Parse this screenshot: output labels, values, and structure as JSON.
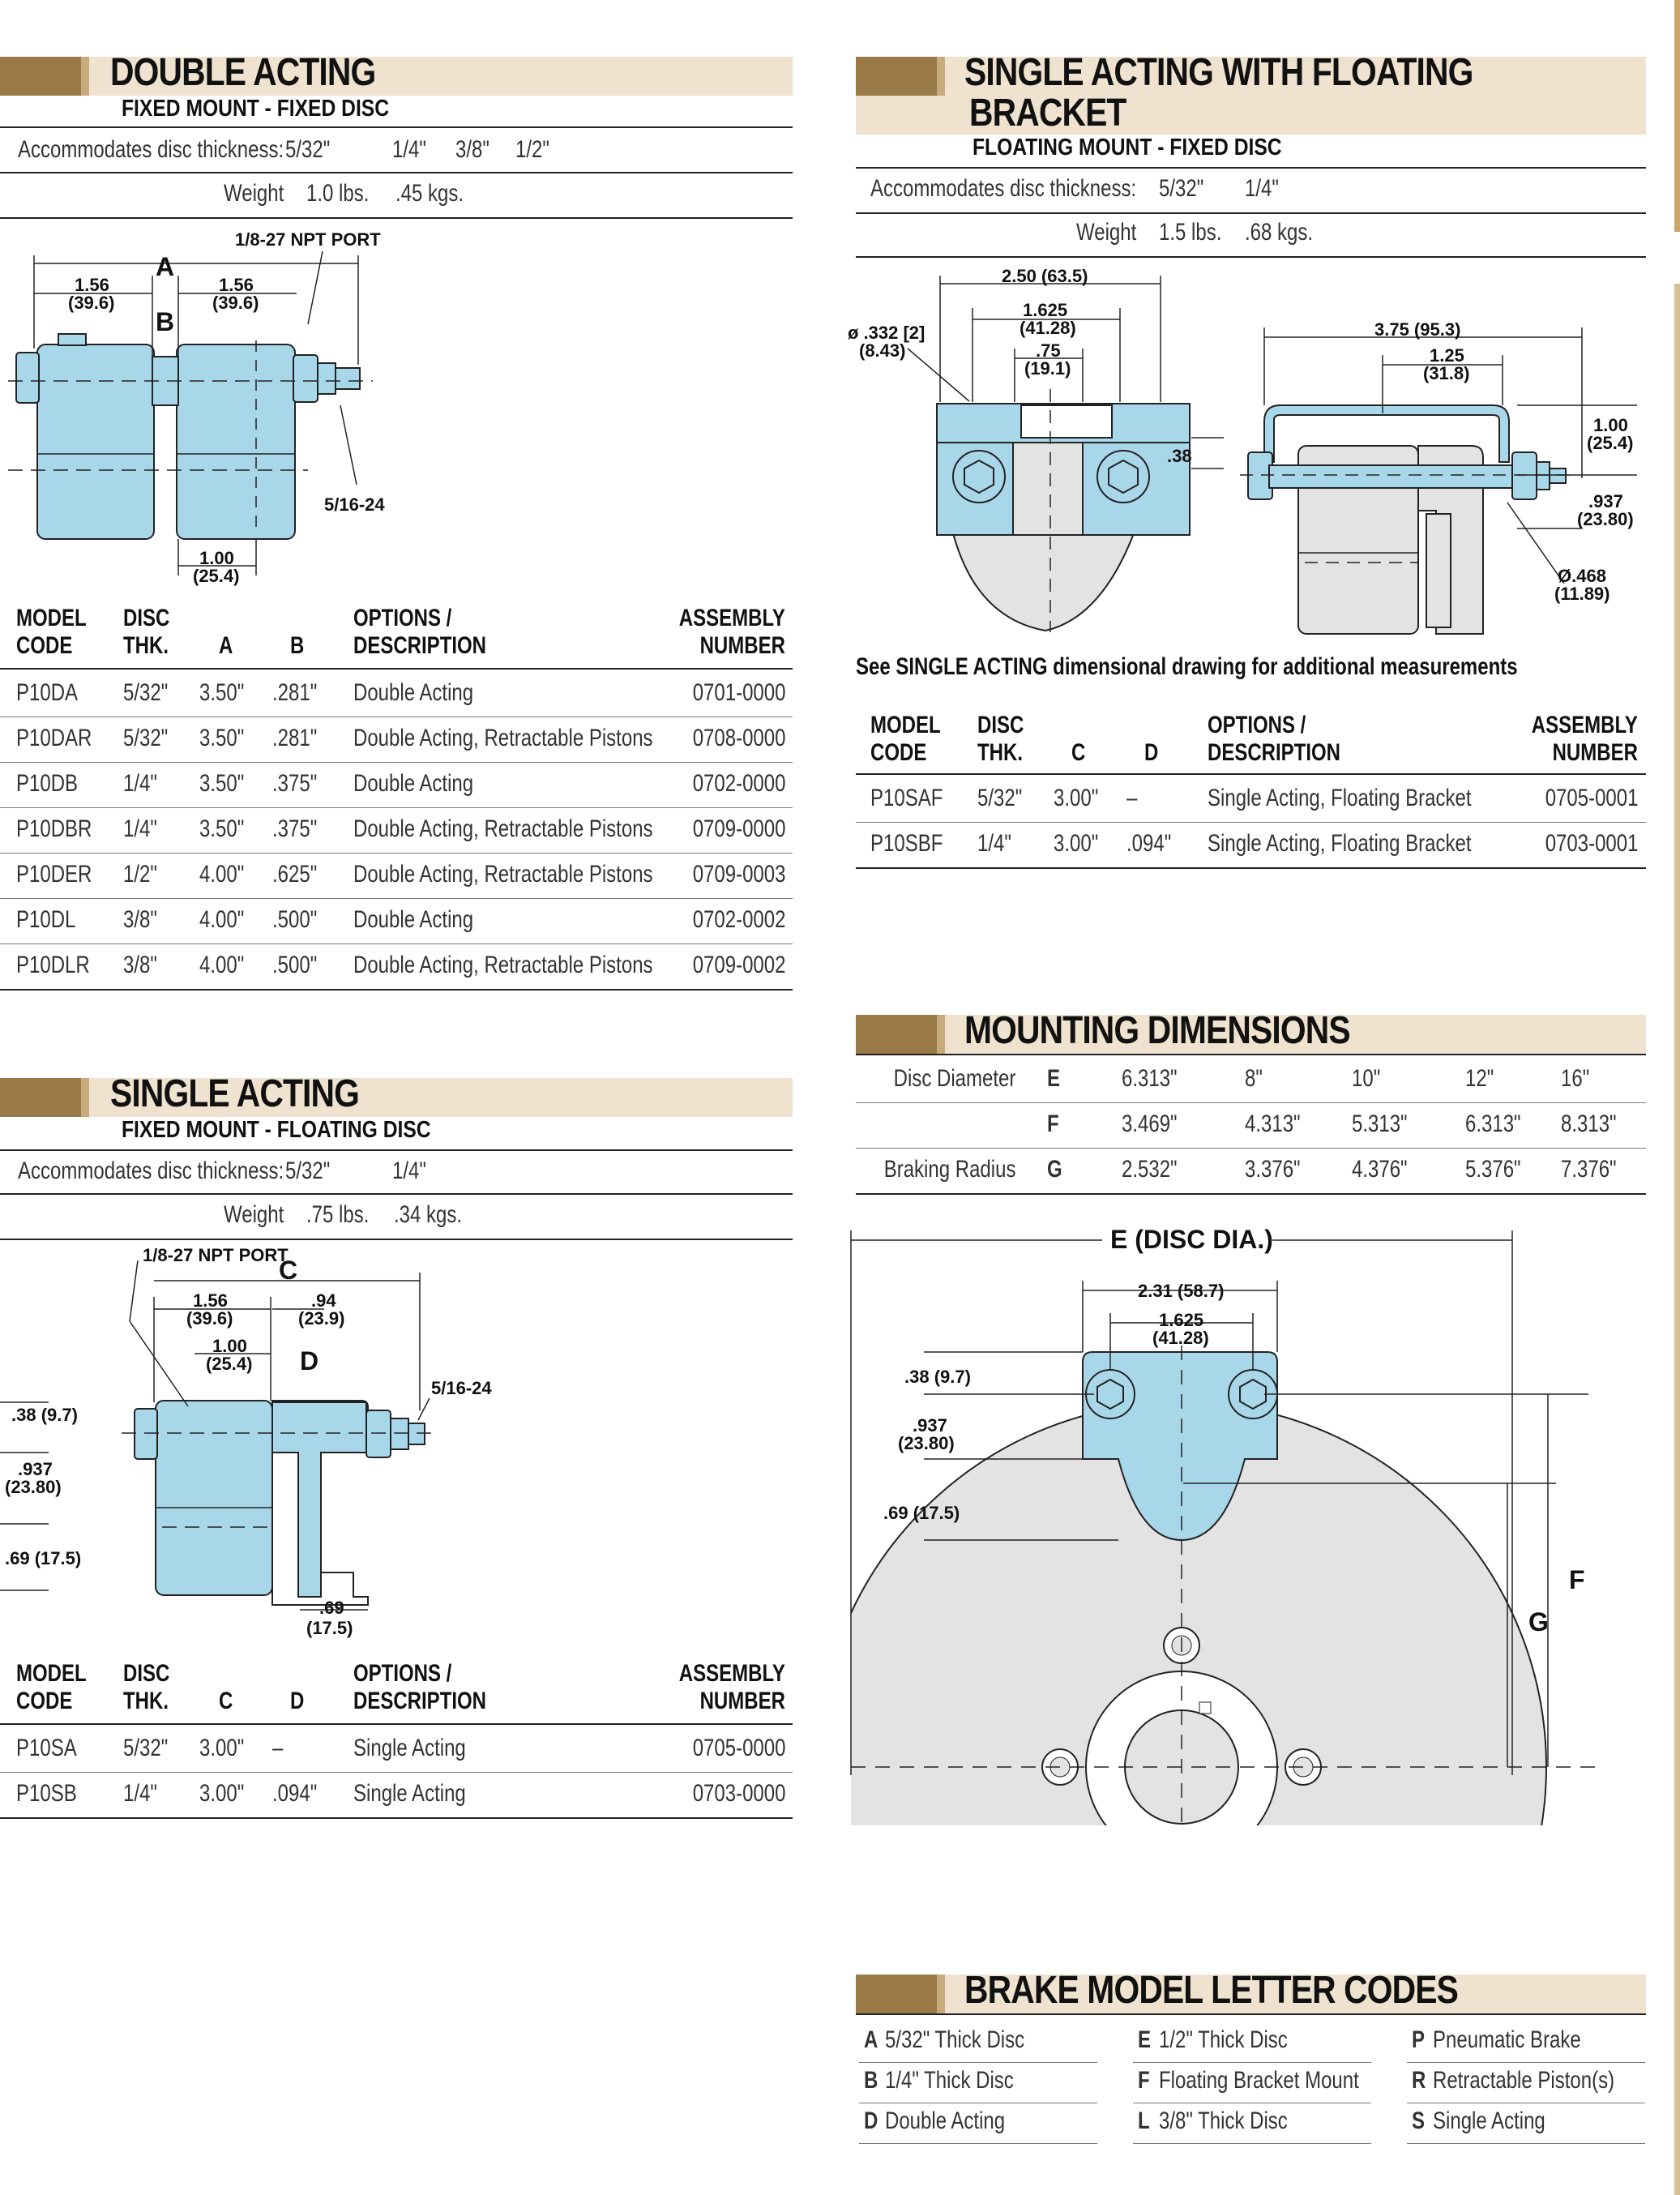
{
  "double_acting": {
    "title": "DOUBLE ACTING",
    "subtitle": "FIXED MOUNT - FIXED DISC",
    "thickness_label": "Accommodates disc thickness:",
    "thickness": [
      "5/32\"",
      "1/4\"",
      "3/8\"",
      "1/2\""
    ],
    "weight_label": "Weight",
    "weight_lbs": "1.0 lbs.",
    "weight_kgs": ".45 kgs.",
    "drawing": {
      "port": "1/8-27 NPT PORT",
      "a": "A",
      "b": "B",
      "d1": "1.56",
      "d1mm": "(39.6)",
      "d2": "1.56",
      "d2mm": "(39.6)",
      "thread": "5/16-24",
      "gap": "1.00",
      "gapmm": "(25.4)"
    },
    "headers": {
      "model": "MODEL\nCODE",
      "disc": "DISC\nTHK.",
      "a": "A",
      "b": "B",
      "options": "OPTIONS /\nDESCRIPTION",
      "assembly": "ASSEMBLY\nNUMBER"
    },
    "rows": [
      {
        "model": "P10DA",
        "disc": "5/32\"",
        "a": "3.50\"",
        "b": ".281\"",
        "desc": "Double Acting",
        "asm": "0701-0000"
      },
      {
        "model": "P10DAR",
        "disc": "5/32\"",
        "a": "3.50\"",
        "b": ".281\"",
        "desc": "Double Acting, Retractable Pistons",
        "asm": "0708-0000"
      },
      {
        "model": "P10DB",
        "disc": "1/4\"",
        "a": "3.50\"",
        "b": ".375\"",
        "desc": "Double Acting",
        "asm": "0702-0000"
      },
      {
        "model": "P10DBR",
        "disc": "1/4\"",
        "a": "3.50\"",
        "b": ".375\"",
        "desc": "Double Acting, Retractable Pistons",
        "asm": "0709-0000"
      },
      {
        "model": "P10DER",
        "disc": "1/2\"",
        "a": "4.00\"",
        "b": ".625\"",
        "desc": "Double Acting, Retractable Pistons",
        "asm": "0709-0003"
      },
      {
        "model": "P10DL",
        "disc": "3/8\"",
        "a": "4.00\"",
        "b": ".500\"",
        "desc": "Double Acting",
        "asm": "0702-0002"
      },
      {
        "model": "P10DLR",
        "disc": "3/8\"",
        "a": "4.00\"",
        "b": ".500\"",
        "desc": "Double Acting, Retractable Pistons",
        "asm": "0709-0002"
      }
    ]
  },
  "single_acting": {
    "title": "SINGLE ACTING",
    "subtitle": "FIXED MOUNT - FLOATING DISC",
    "thickness_label": "Accommodates disc thickness:",
    "thickness": [
      "5/32\"",
      "1/4\""
    ],
    "weight_label": "Weight",
    "weight_lbs": ".75 lbs.",
    "weight_kgs": ".34 kgs.",
    "drawing": {
      "port": "1/8-27 NPT PORT",
      "c": "C",
      "d": "D",
      "d1": "1.56",
      "d1mm": "(39.6)",
      "d2": ".94",
      "d2mm": "(23.9)",
      "d3": "1.00",
      "d3mm": "(25.4)",
      "thread": "5/16-24",
      "v1": ".38 (9.7)",
      "v2": ".937",
      "v2mm": "(23.80)",
      "v3": ".69 (17.5)",
      "b1": ".69",
      "b1mm": "(17.5)"
    },
    "headers": {
      "model": "MODEL\nCODE",
      "disc": "DISC\nTHK.",
      "c": "C",
      "d": "D",
      "options": "OPTIONS /\nDESCRIPTION",
      "assembly": "ASSEMBLY\nNUMBER"
    },
    "rows": [
      {
        "model": "P10SA",
        "disc": "5/32\"",
        "c": "3.00\"",
        "d": "–",
        "desc": "Single Acting",
        "asm": "0705-0000"
      },
      {
        "model": "P10SB",
        "disc": "1/4\"",
        "c": "3.00\"",
        "d": ".094\"",
        "desc": "Single Acting",
        "asm": "0703-0000"
      }
    ]
  },
  "floating": {
    "title1": "SINGLE ACTING WITH FLOATING",
    "title2": "BRACKET",
    "subtitle": "FLOATING MOUNT - FIXED DISC",
    "thickness_label": "Accommodates disc thickness:",
    "thickness": [
      "5/32\"",
      "1/4\""
    ],
    "weight_label": "Weight",
    "weight_lbs": "1.5 lbs.",
    "weight_kgs": ".68 kgs.",
    "drawing": {
      "w1": "2.50 (63.5)",
      "w2": "1.625",
      "w2mm": "(41.28)",
      "w3": ".75",
      "w3mm": "(19.1)",
      "dia": "ø .332 [2]",
      "diamm": "(8.43)",
      "h1": ".38",
      "s1": "3.75 (95.3)",
      "s2": "1.25",
      "s2mm": "(31.8)",
      "s3": "1.00",
      "s3mm": "(25.4)",
      "s4": ".937",
      "s4mm": "(23.80)",
      "s5": "Ø.468",
      "s5mm": "(11.89)"
    },
    "note": "See SINGLE ACTING dimensional drawing for additional measurements",
    "headers": {
      "model": "MODEL\nCODE",
      "disc": "DISC\nTHK.",
      "c": "C",
      "d": "D",
      "options": "OPTIONS /\nDESCRIPTION",
      "assembly": "ASSEMBLY\nNUMBER"
    },
    "rows": [
      {
        "model": "P10SAF",
        "disc": "5/32\"",
        "c": "3.00\"",
        "d": "–",
        "desc": "Single Acting, Floating Bracket",
        "asm": "0705-0001"
      },
      {
        "model": "P10SBF",
        "disc": "1/4\"",
        "c": "3.00\"",
        "d": ".094\"",
        "desc": "Single Acting, Floating Bracket",
        "asm": "0703-0001"
      }
    ]
  },
  "mounting": {
    "title": "MOUNTING DIMENSIONS",
    "rows": [
      {
        "label": "Disc Diameter",
        "key": "E",
        "values": [
          "6.313\"",
          "8\"",
          "10\"",
          "12\"",
          "16\""
        ]
      },
      {
        "label": "",
        "key": "F",
        "values": [
          "3.469\"",
          "4.313\"",
          "5.313\"",
          "6.313\"",
          "8.313\""
        ]
      },
      {
        "label": "Braking Radius",
        "key": "G",
        "values": [
          "2.532\"",
          "3.376\"",
          "4.376\"",
          "5.376\"",
          "7.376\""
        ]
      }
    ],
    "drawing": {
      "e": "E (DISC DIA.)",
      "w1": "2.31 (58.7)",
      "w2": "1.625",
      "w2mm": "(41.28)",
      "v1": ".38 (9.7)",
      "v2": ".937",
      "v2mm": "(23.80)",
      "v3": ".69 (17.5)",
      "f": "F",
      "g": "G"
    }
  },
  "codes": {
    "title": "BRAKE MODEL LETTER CODES",
    "columns": [
      [
        {
          "letter": "A",
          "text": "5/32\" Thick Disc"
        },
        {
          "letter": "B",
          "text": "1/4\" Thick Disc"
        },
        {
          "letter": "D",
          "text": "Double Acting"
        }
      ],
      [
        {
          "letter": "E",
          "text": "1/2\" Thick Disc"
        },
        {
          "letter": "F",
          "text": "Floating Bracket Mount"
        },
        {
          "letter": "L",
          "text": "3/8\" Thick Disc"
        }
      ],
      [
        {
          "letter": "P",
          "text": "Pneumatic Brake"
        },
        {
          "letter": "R",
          "text": "Retractable Piston(s)"
        },
        {
          "letter": "S",
          "text": "Single Acting"
        }
      ]
    ]
  },
  "colors": {
    "part": "#a9d7ea",
    "disc": "#e3e3e3",
    "header_bg": "#efe2cf",
    "header_swatch": "#9a7a46"
  }
}
